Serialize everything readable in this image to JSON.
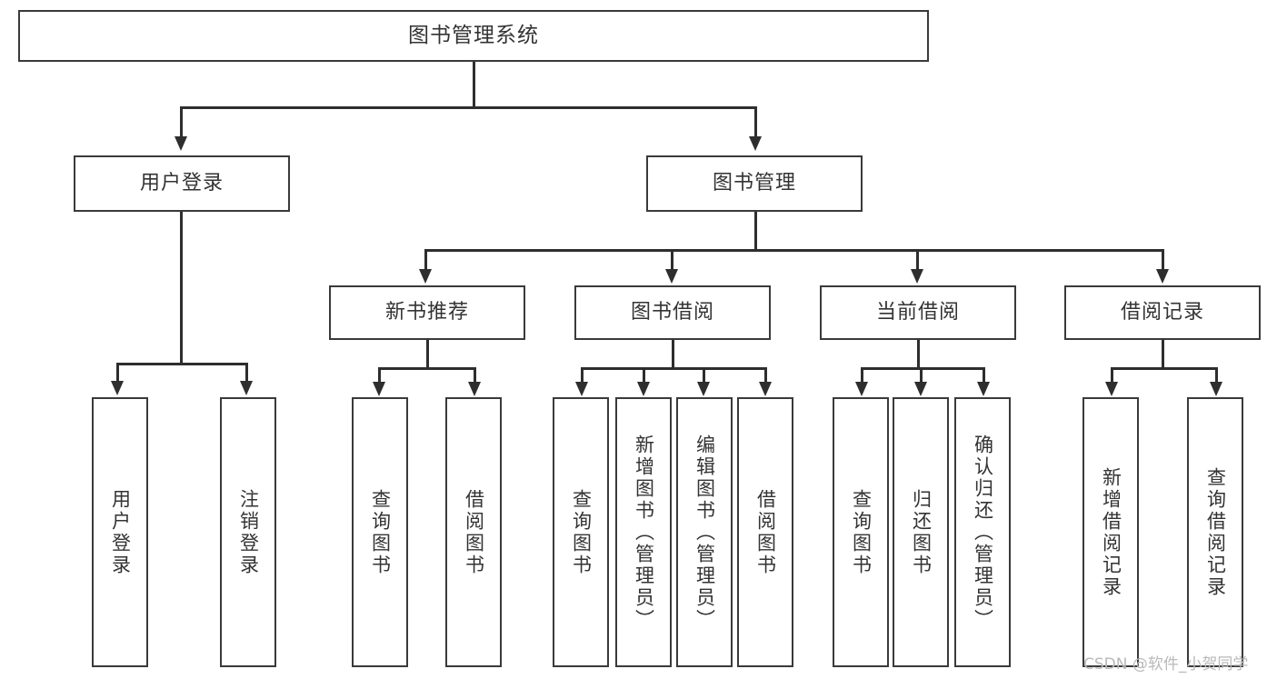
{
  "diagram": {
    "title": "图书管理系统",
    "type": "tree-hierarchy",
    "root": {
      "label": "图书管理系统"
    },
    "level2": [
      {
        "label": "用户登录"
      },
      {
        "label": "图书管理"
      }
    ],
    "level3": [
      {
        "label": "新书推荐"
      },
      {
        "label": "图书借阅"
      },
      {
        "label": "当前借阅"
      },
      {
        "label": "借阅记录"
      }
    ],
    "leaves": {
      "user_login": [
        {
          "label": "用户登录"
        },
        {
          "label": "注销登录"
        }
      ],
      "new_book_recommend": [
        {
          "label": "查询图书"
        },
        {
          "label": "借阅图书"
        }
      ],
      "book_borrow": [
        {
          "label": "查询图书"
        },
        {
          "label": "新增图书（管理员）"
        },
        {
          "label": "编辑图书（管理员）"
        },
        {
          "label": "借阅图书"
        }
      ],
      "current_borrow": [
        {
          "label": "查询图书"
        },
        {
          "label": "归还图书"
        },
        {
          "label": "确认归还（管理员）"
        }
      ],
      "borrow_records": [
        {
          "label": "新增借阅记录"
        },
        {
          "label": "查询借阅记录"
        }
      ]
    }
  },
  "watermark": {
    "text": "CSDN @软件_小贺同学"
  },
  "colors": {
    "border": "#3a3a3a",
    "line": "#2e2e2e",
    "text": "#333333",
    "background": "#ffffff",
    "watermark": "#b9b9b9"
  }
}
